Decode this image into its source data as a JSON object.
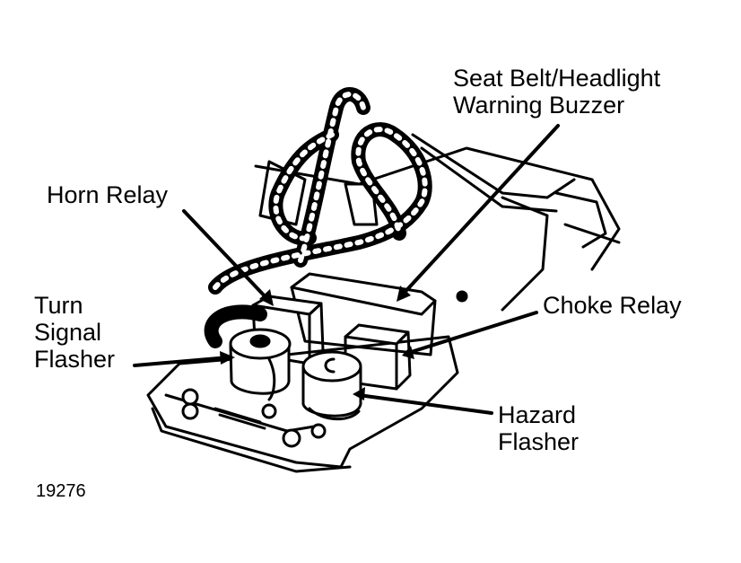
{
  "callouts": {
    "seat_belt_buzzer": [
      "Seat Belt/Headlight",
      "Warning Buzzer"
    ],
    "horn_relay": [
      "Horn Relay"
    ],
    "turn_signal_flasher": [
      "Turn",
      "Signal",
      "Flasher"
    ],
    "choke_relay": [
      "Choke Relay"
    ],
    "hazard_flasher": [
      "Hazard",
      "Flasher"
    ]
  },
  "figure_number": "19276"
}
